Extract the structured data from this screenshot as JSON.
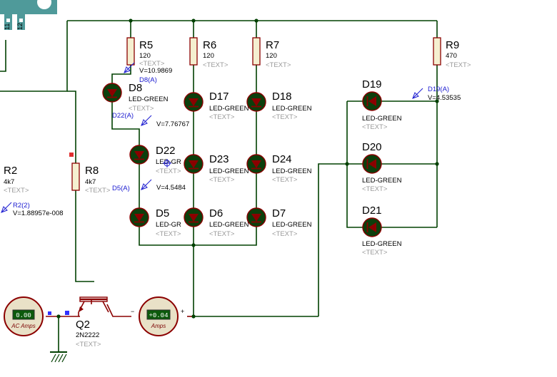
{
  "connector": {
    "pin1": "11",
    "pin2": "12"
  },
  "resistors": {
    "r5": {
      "ref": "R5",
      "value": "120",
      "text": "<TEXT>"
    },
    "r6": {
      "ref": "R6",
      "value": "120",
      "text": "<TEXT>"
    },
    "r7": {
      "ref": "R7",
      "value": "120",
      "text": "<TEXT>"
    },
    "r9": {
      "ref": "R9",
      "value": "470",
      "text": "<TEXT>"
    },
    "r8": {
      "ref": "R8",
      "value": "4k7",
      "text": "<TEXT>"
    },
    "r2": {
      "ref": "R2",
      "value": "4k7",
      "text": "<TEXT>"
    }
  },
  "leds": {
    "d8": {
      "ref": "D8",
      "type": "LED-GREEN",
      "text": "<TEXT>"
    },
    "d17": {
      "ref": "D17",
      "type": "LED-GREEN",
      "text": "<TEXT>"
    },
    "d18": {
      "ref": "D18",
      "type": "LED-GREEN",
      "text": "<TEXT>"
    },
    "d22": {
      "ref": "D22",
      "type": "LED-GR",
      "text": "<TEXT>"
    },
    "d23": {
      "ref": "D23",
      "type": "LED-GREEN",
      "text": "<TEXT>"
    },
    "d24": {
      "ref": "D24",
      "type": "LED-GREEN",
      "text": "<TEXT>"
    },
    "d5": {
      "ref": "D5",
      "type": "LED-GR",
      "text": "<TEXT>"
    },
    "d6": {
      "ref": "D6",
      "type": "LED-GREEN",
      "text": "<TEXT>"
    },
    "d7": {
      "ref": "D7",
      "type": "LED-GREEN",
      "text": "<TEXT>"
    },
    "d19": {
      "ref": "D19",
      "type": "LED-GREEN",
      "text": "<TEXT>"
    },
    "d20": {
      "ref": "D20",
      "type": "LED-GREEN",
      "text": "<TEXT>"
    },
    "d21": {
      "ref": "D21",
      "type": "LED-GREEN",
      "text": "<TEXT>"
    }
  },
  "probes": {
    "d8a": {
      "label": "D8(A)",
      "reading": "V=10.9869"
    },
    "d22a": {
      "label": "D22(A)",
      "reading": "V=7.76767"
    },
    "d5a": {
      "label": "D5(A)",
      "reading": "V=4.5484"
    },
    "d19a": {
      "label": "D19(A)",
      "reading": "V=4.53535"
    },
    "r2_2": {
      "label": "R2(2)",
      "reading": "V=1.88957e-008"
    }
  },
  "transistor": {
    "ref": "Q2",
    "part": "2N2222",
    "text": "<TEXT>"
  },
  "meters": {
    "ac": {
      "display": "0.00",
      "label": "AC Amps"
    },
    "dc": {
      "display": "+0.04",
      "label": "Amps",
      "minus": "−",
      "plus": "+"
    }
  },
  "colors": {
    "wire": "#004000",
    "lead": "#8b0000",
    "led_body": "#0c3f0c",
    "resistor_fill": "#f5efd0",
    "probe": "#1b1bd0",
    "meter_face": "#e9e1c7",
    "meter_display": "#0c5a0c"
  }
}
